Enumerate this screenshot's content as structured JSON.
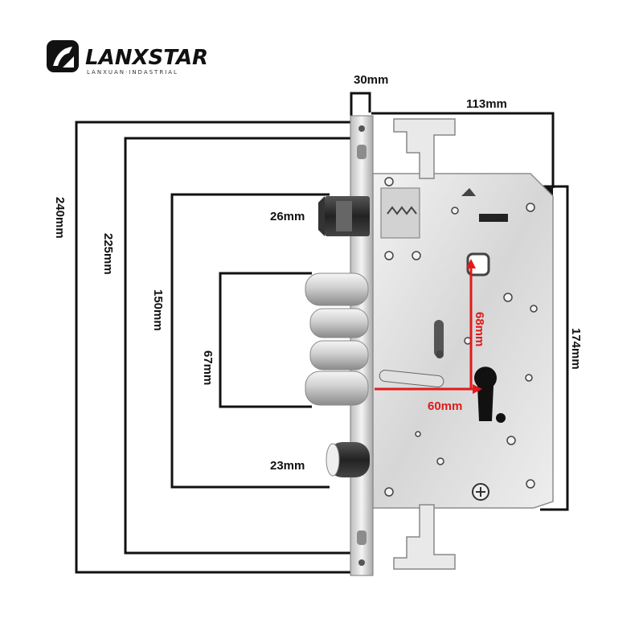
{
  "brand": {
    "name": "LANXSTAR",
    "tagline": "LANXUAN·INDASTRIAL"
  },
  "dimensions": {
    "faceplate_width": "30mm",
    "body_width": "113mm",
    "total_height": "240mm",
    "outer_height": "225mm",
    "inner_height": "150mm",
    "bolt_span": "67mm",
    "latch_height": "26mm",
    "deadbolt_height": "23mm",
    "body_height": "174mm",
    "spindle_to_cylinder": "68mm",
    "backset": "60mm"
  },
  "colors": {
    "frame_line": "#111111",
    "red_dimension": "#e01a1a",
    "steel_light": "#e6e6e6",
    "steel_mid": "#c8c8c8",
    "steel_dark": "#8a8a8a"
  }
}
